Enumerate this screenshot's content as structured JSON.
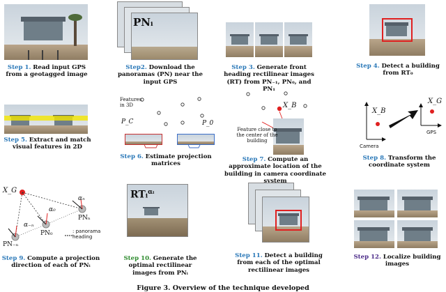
{
  "colors": {
    "step_number": "#2a78b8",
    "step10_number": "#2e8b2e",
    "step12_number": "#4d2d8a",
    "highlight": "#e02020",
    "band": "#f4e600"
  },
  "steps": [
    {
      "num": "Step 1.",
      "text": "Read input GPS from a geotagged image"
    },
    {
      "num": "Step2.",
      "text": "Download the panoramas (PN) near the input GPS"
    },
    {
      "num": "Step 3.",
      "text": "Generate front heading rectilinear images (RT) from PN₋₁, PN₀, and PN₁"
    },
    {
      "num": "Step 4.",
      "text": "Detect a building from RT₀"
    },
    {
      "num": "Step 5.",
      "text": "Extract and match visual features in 2D"
    },
    {
      "num": "Step 6.",
      "text": "Estimate projection matrices"
    },
    {
      "num": "Step 7.",
      "text": "Compute an approximate location of the building in camera coordinate system"
    },
    {
      "num": "Step 8.",
      "text": "Transform the coordinate system"
    },
    {
      "num": "Step 9.",
      "text": "Compute a projection direction of each of PNᵢ"
    },
    {
      "num": "Step 10.",
      "text": "Generate the optimal rectilinear images from PNᵢ"
    },
    {
      "num": "Step 11.",
      "text": "Detect a building from each of the optimal rectilinear images"
    },
    {
      "num": "Step 12.",
      "text": "Localize building images"
    }
  ],
  "labels": {
    "pn_i": "PNᵢ",
    "rt_i": "RTᵢ",
    "rt_sup": "αᵢ",
    "features_3d": "Features in 3D",
    "p_c": "P_C",
    "p_0": "P_0",
    "x_b": "X_B",
    "x_g": "X_G",
    "feature_close": "Feature close to the center of the building",
    "camera": "Camera",
    "gps": "GPS",
    "alpha_n": "αₙ",
    "alpha_0": "α₀",
    "alpha_neg_n": "α₋ₙ",
    "pn_n": "PNₙ",
    "pn_0": "PN₀",
    "pn_neg_n": "PN₋ₙ",
    "panorama_heading": ": panorama heading"
  },
  "figure_caption": "Figure 3. Overview of the technique developed"
}
